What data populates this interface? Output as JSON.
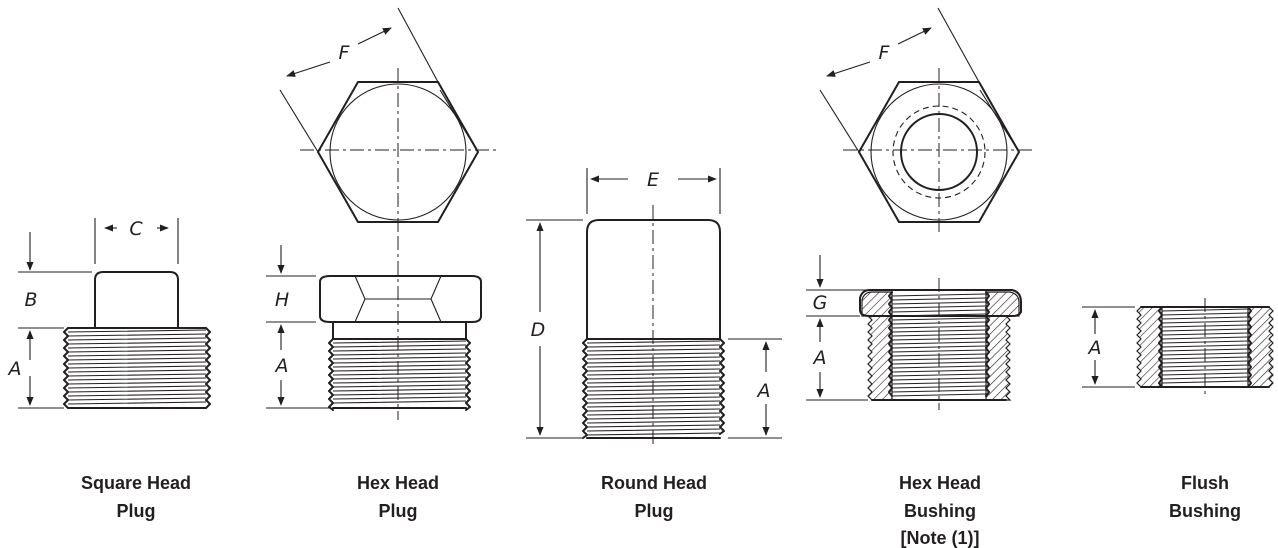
{
  "dimension_labels": {
    "A": "A",
    "B": "B",
    "C": "C",
    "D": "D",
    "E": "E",
    "F": "F",
    "G": "G",
    "H": "H"
  },
  "captions": {
    "square_head_plug": [
      "Square Head",
      "Plug"
    ],
    "hex_head_plug": [
      "Hex Head",
      "Plug"
    ],
    "round_head_plug": [
      "Round Head",
      "Plug"
    ],
    "hex_head_bushing": [
      "Hex Head",
      "Bushing",
      "[Note (1)]"
    ],
    "flush_bushing": [
      "Flush",
      "Bushing"
    ]
  }
}
